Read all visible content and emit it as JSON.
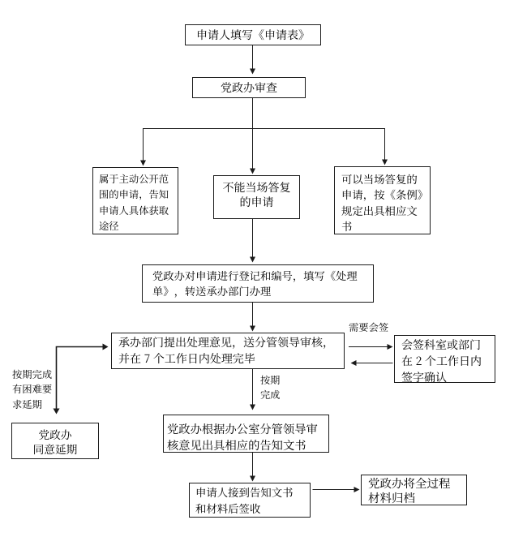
{
  "diagram": {
    "type": "flowchart",
    "colors": {
      "background": "#ffffff",
      "line": "#1a1a1a",
      "box_border": "#1c1c1c",
      "text": "#000000"
    },
    "nodes": {
      "fill_form": {
        "label": "申请人填写《申请表》"
      },
      "office_review": {
        "label": "党政办审查"
      },
      "proactive": {
        "label": "属于主动公开范\n围的申请，告知\n申请人具体获取\n途径"
      },
      "cannot_reply": {
        "label": "不能当场答复\n的申请"
      },
      "can_reply": {
        "label": "可以当场答复的\n申请，按《条例》\n规定出具相应文\n书"
      },
      "register": {
        "label": "党政办对申请进行登记和编号，填写《处理\n单》，转送承办部门办理"
      },
      "handling_dept": {
        "label": "承办部门提出处理意见，送分管领导审核，\n并在 7 个工作日内处理完毕"
      },
      "countersign": {
        "label": "会签科室或部门\n在 2 个工作日内\n签字确认"
      },
      "approve_ext": {
        "label": "党政办\n同意延期"
      },
      "issue_notice": {
        "label": "党政办根据办公室分管领导审\n核意见出具相应的告知文书"
      },
      "applicant_sign": {
        "label": "申请人接到告知文书\n和材料后签收"
      },
      "archive": {
        "label": "党政办将全过程\n材料归档"
      }
    },
    "edge_labels": {
      "need_countersign": "需要会签",
      "extension": "按期完成\n有困难要\n求延期",
      "on_time": "按期\n完成"
    }
  }
}
